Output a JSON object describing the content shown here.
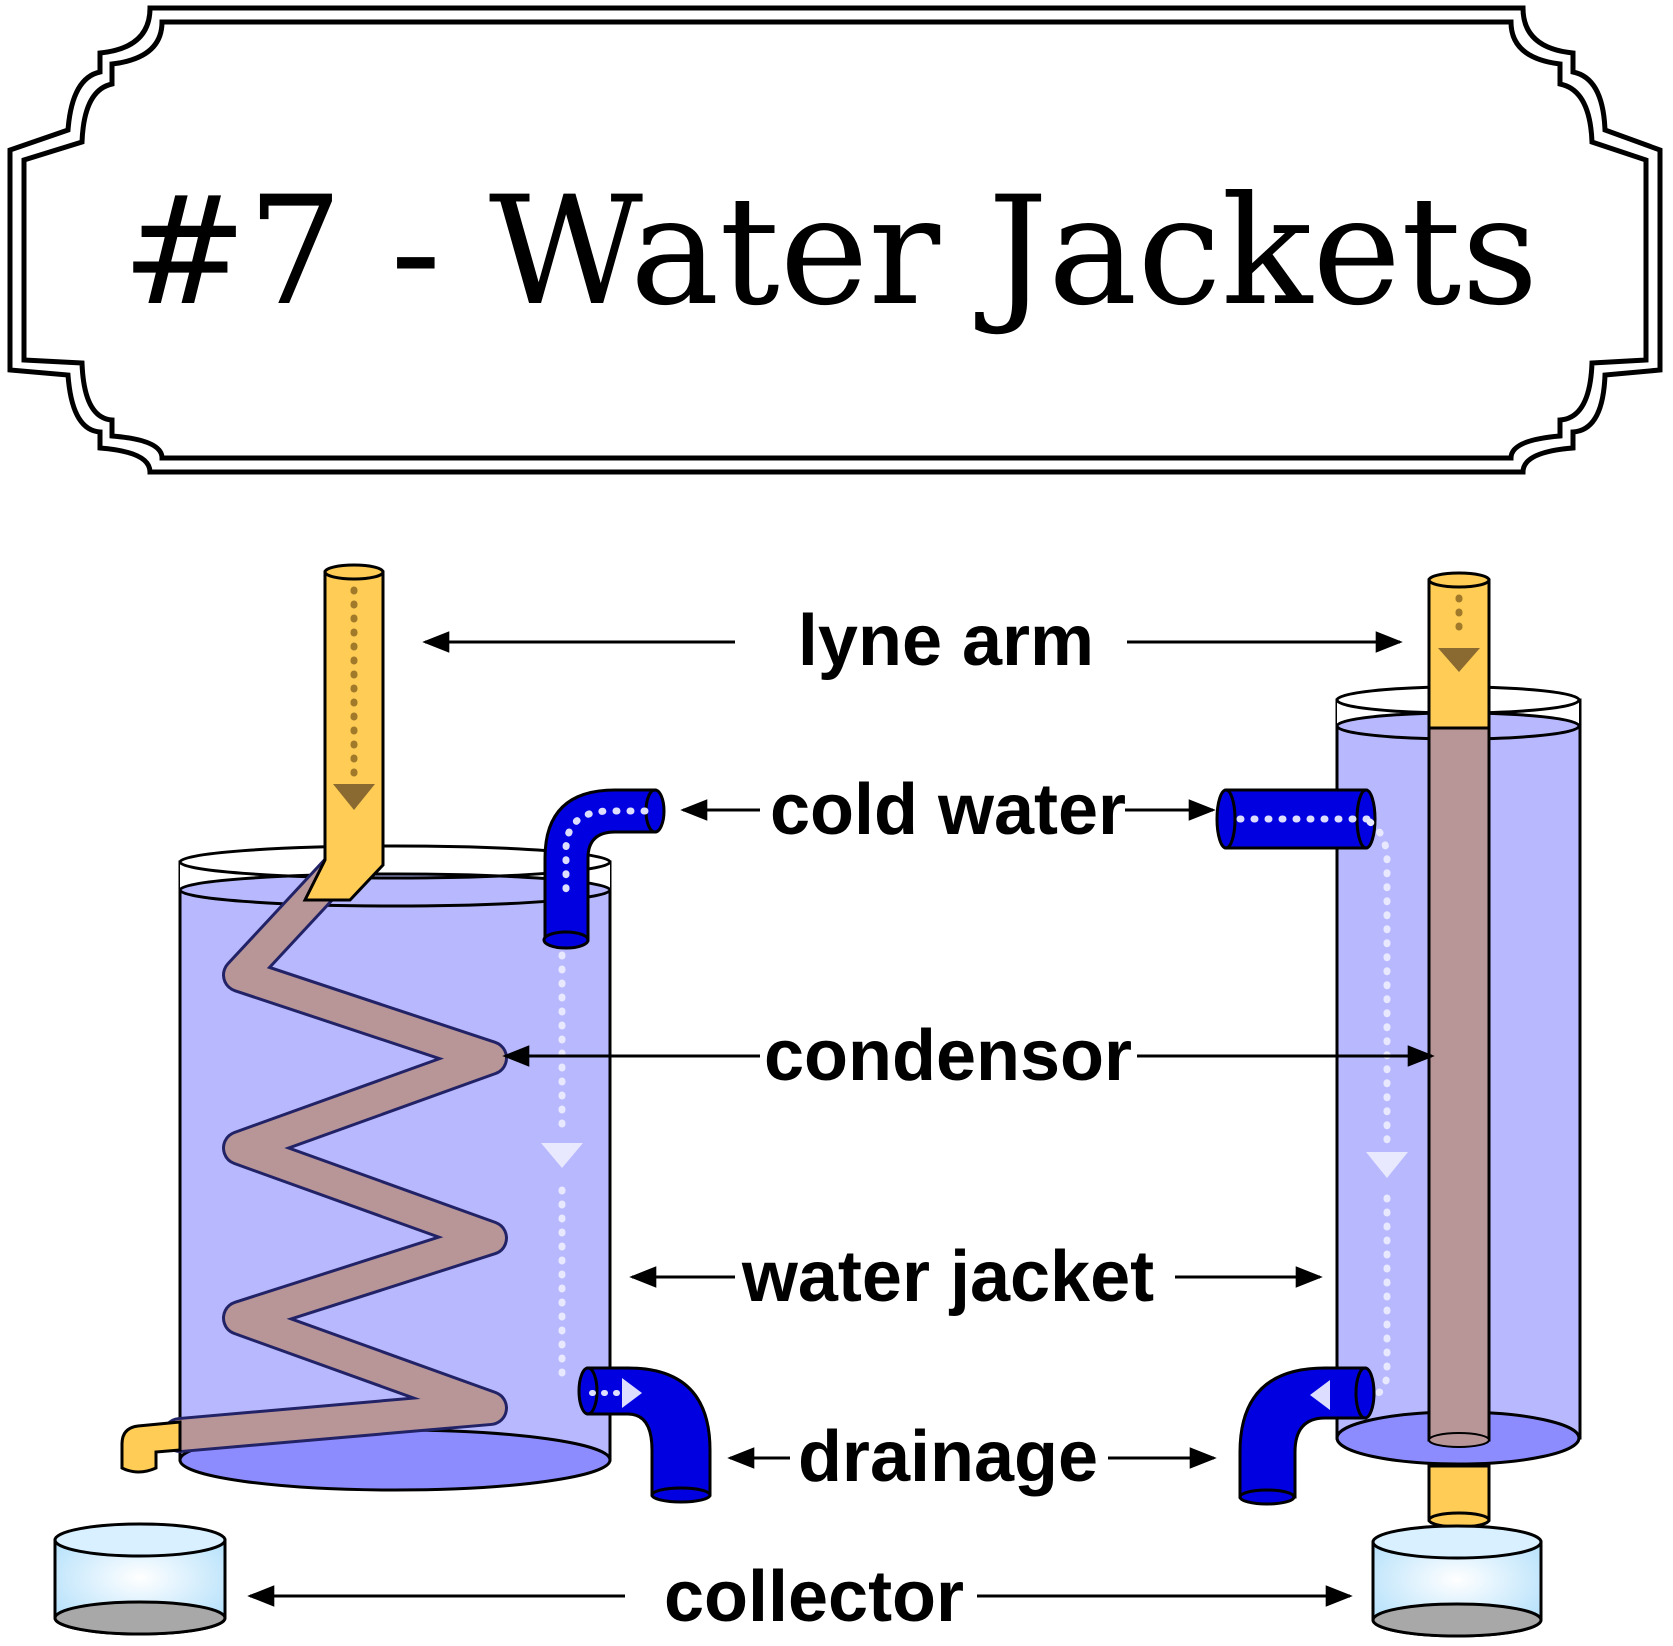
{
  "title": "#7 - Water Jackets",
  "labels": {
    "lyne_arm": "lyne arm",
    "cold_water": "cold water",
    "condensor": "condensor",
    "water_jacket": "water jacket",
    "drainage": "drainage",
    "collector": "collector"
  },
  "colors": {
    "water": "#b8b8ff",
    "water_base": "#8c8cff",
    "lyne_arm": "#ffcc55",
    "condensor": "#b89698",
    "hose": "#0000e0",
    "collector": "#c8ecff"
  }
}
